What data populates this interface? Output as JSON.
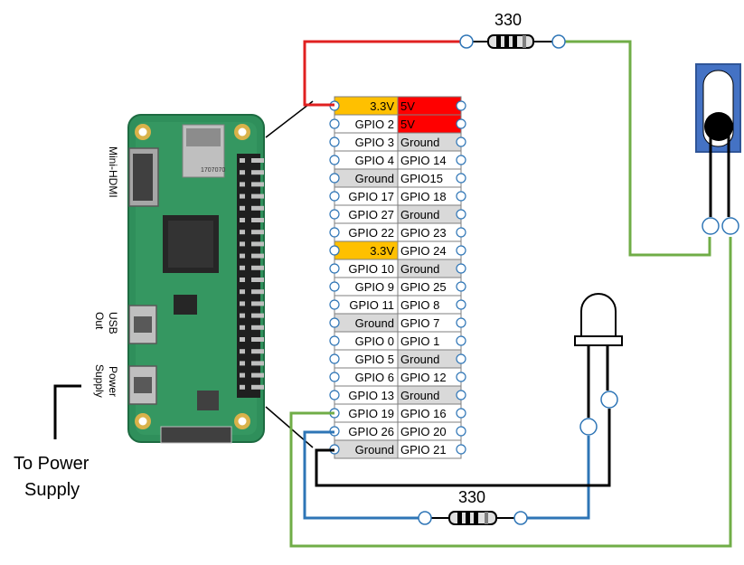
{
  "resistor_top_label": "330",
  "resistor_bottom_label": "330",
  "board_labels": {
    "mini_hdmi": "Mini-HDMI",
    "usb_out_line1": "USB",
    "usb_out_line2": "Out",
    "power_line1": "Power",
    "power_line2": "Supply"
  },
  "power_caption_line1": "To Power",
  "power_caption_line2": "Supply",
  "board_chip_text": "1707070",
  "pins": [
    {
      "left": "3.3V",
      "right": "5V",
      "left_color": "#ffc000",
      "right_color": "#ff0000"
    },
    {
      "left": "GPIO 2",
      "right": "5V",
      "left_color": "#ffffff",
      "right_color": "#ff0000"
    },
    {
      "left": "GPIO 3",
      "right": "Ground",
      "left_color": "#ffffff",
      "right_color": "#d9d9d9"
    },
    {
      "left": "GPIO 4",
      "right": "GPIO 14",
      "left_color": "#ffffff",
      "right_color": "#ffffff"
    },
    {
      "left": "Ground",
      "right": "GPIO15",
      "left_color": "#d9d9d9",
      "right_color": "#ffffff"
    },
    {
      "left": "GPIO 17",
      "right": "GPIO 18",
      "left_color": "#ffffff",
      "right_color": "#ffffff"
    },
    {
      "left": "GPIO 27",
      "right": "Ground",
      "left_color": "#ffffff",
      "right_color": "#d9d9d9"
    },
    {
      "left": "GPIO 22",
      "right": "GPIO 23",
      "left_color": "#ffffff",
      "right_color": "#ffffff"
    },
    {
      "left": "3.3V",
      "right": "GPIO 24",
      "left_color": "#ffc000",
      "right_color": "#ffffff"
    },
    {
      "left": "GPIO 10",
      "right": "Ground",
      "left_color": "#ffffff",
      "right_color": "#d9d9d9"
    },
    {
      "left": "GPIO 9",
      "right": "GPIO 25",
      "left_color": "#ffffff",
      "right_color": "#ffffff"
    },
    {
      "left": "GPIO 11",
      "right": "GPIO 8",
      "left_color": "#ffffff",
      "right_color": "#ffffff"
    },
    {
      "left": "Ground",
      "right": "GPIO 7",
      "left_color": "#d9d9d9",
      "right_color": "#ffffff"
    },
    {
      "left": "GPIO 0",
      "right": "GPIO 1",
      "left_color": "#ffffff",
      "right_color": "#ffffff"
    },
    {
      "left": "GPIO 5",
      "right": "Ground",
      "left_color": "#ffffff",
      "right_color": "#d9d9d9"
    },
    {
      "left": "GPIO 6",
      "right": "GPIO 12",
      "left_color": "#ffffff",
      "right_color": "#ffffff"
    },
    {
      "left": "GPIO 13",
      "right": "Ground",
      "left_color": "#ffffff",
      "right_color": "#d9d9d9"
    },
    {
      "left": "GPIO 19",
      "right": "GPIO 16",
      "left_color": "#ffffff",
      "right_color": "#ffffff"
    },
    {
      "left": "GPIO 26",
      "right": "GPIO 20",
      "left_color": "#ffffff",
      "right_color": "#ffffff"
    },
    {
      "left": "Ground",
      "right": "GPIO 21",
      "left_color": "#d9d9d9",
      "right_color": "#ffffff"
    }
  ],
  "colors": {
    "wire_red": "#e02020",
    "wire_green": "#70ad47",
    "wire_blue": "#2e75b6",
    "wire_black": "#000000",
    "board_green": "#2f8f5b",
    "sensor_blue": "#4472c4"
  }
}
